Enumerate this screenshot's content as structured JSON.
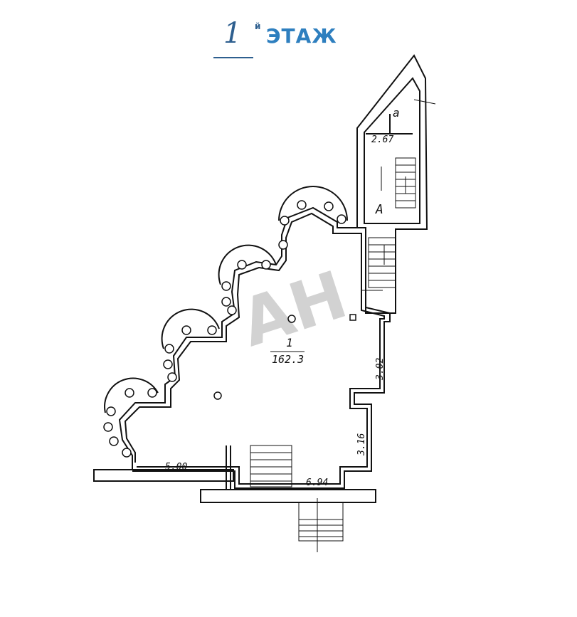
{
  "title": {
    "floor_number": "1",
    "floor_suffix": "й",
    "floor_word": "ЭТАЖ"
  },
  "watermark": "АН",
  "rooms": [
    {
      "id": "1",
      "area": "162.3"
    },
    {
      "id": "а",
      "area": "2.67"
    },
    {
      "id": "А"
    }
  ],
  "dimensions": [
    "3.02",
    "3.16",
    "5.00",
    "6.94"
  ],
  "colors": {
    "title": "#2e7fbf",
    "lines": "#111111",
    "watermark": "#c8c8c8"
  }
}
